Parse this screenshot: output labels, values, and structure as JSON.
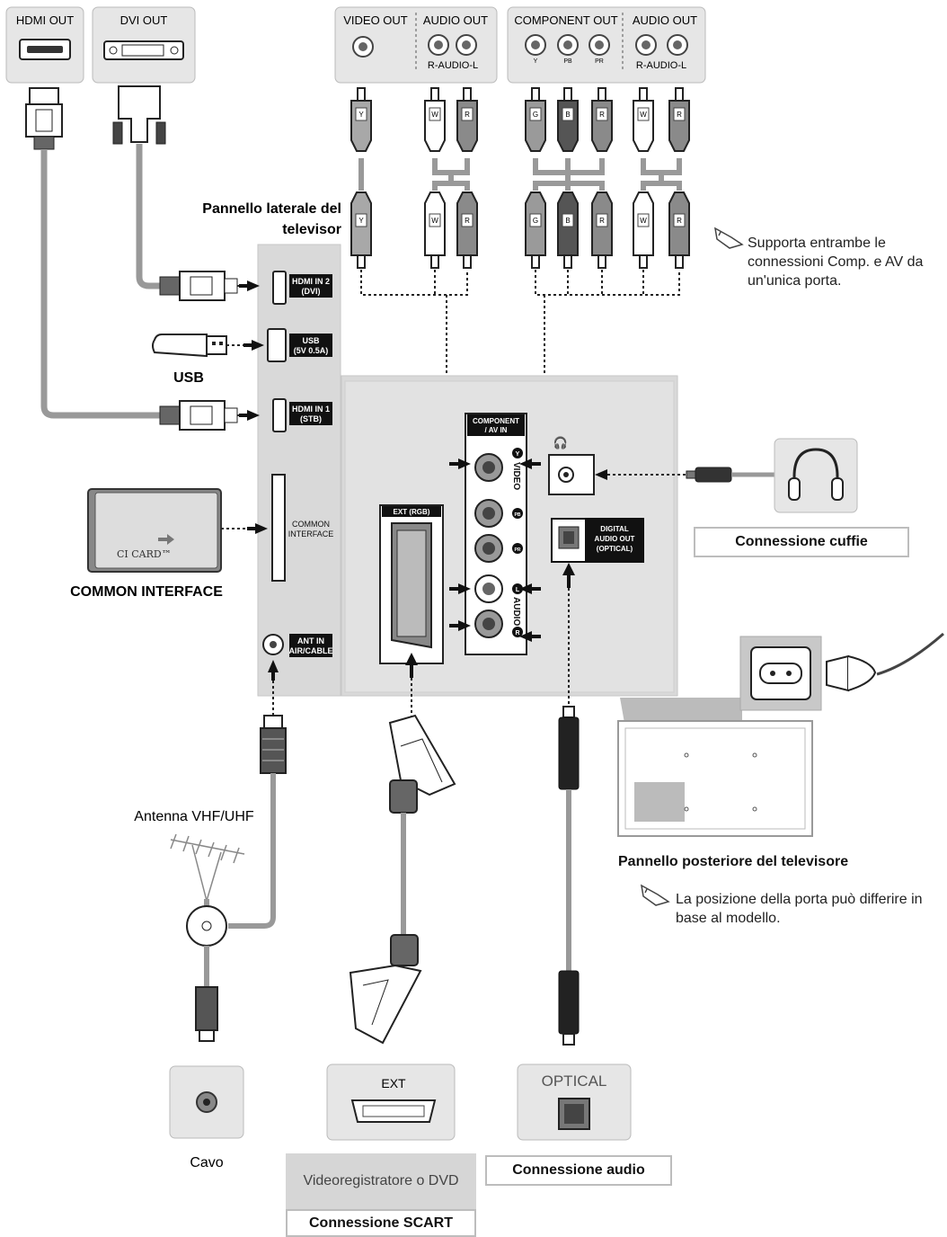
{
  "sources": {
    "hdmi_out": "HDMI OUT",
    "dvi_out": "DVI OUT",
    "video_out": "VIDEO OUT",
    "audio_out_1": "AUDIO OUT",
    "r_audio_l_1": "R-AUDIO-L",
    "component_out": "COMPONENT OUT",
    "audio_out_2": "AUDIO OUT",
    "r_audio_l_2": "R-AUDIO-L",
    "comp_y": "Y",
    "comp_pb": "PB",
    "comp_pr": "PR"
  },
  "plugs": {
    "y": "Y",
    "w": "W",
    "r": "R",
    "g": "G",
    "b": "B"
  },
  "side_panel": {
    "title_line1": "Pannello laterale del",
    "title_line2": "televisor",
    "hdmi_in2_line1": "HDMI IN 2",
    "hdmi_in2_line2": "(DVI)",
    "usb_line1": "USB",
    "usb_line2": "(5V 0.5A)",
    "hdmi_in1_line1": "HDMI IN 1",
    "hdmi_in1_line2": "(STB)",
    "common_line1": "COMMON",
    "common_line2": "INTERFACE",
    "ant_line1": "ANT IN",
    "ant_line2": "AIR/CABLE"
  },
  "labels": {
    "usb": "USB",
    "ci_card": "CI CARD™",
    "common_interface": "COMMON INTERFACE",
    "antenna": "Antenna VHF/UHF",
    "cavo": "Cavo",
    "ext": "EXT",
    "optical": "OPTICAL",
    "vcr_dvd": "Videoregistratore o DVD",
    "scart_connection": "Connessione SCART",
    "audio_connection": "Connessione audio",
    "headphones_connection": "Connessione cuffie",
    "rear_panel": "Pannello posteriore del televisore"
  },
  "rear_panel": {
    "component_line1": "COMPONENT",
    "component_line2": "/ AV IN",
    "video": "VIDEO",
    "audio": "AUDIO",
    "ext_rgb": "EXT (RGB)",
    "digital_line1": "DIGITAL",
    "digital_line2": "AUDIO OUT",
    "digital_line3": "(OPTICAL)",
    "y": "Y",
    "pb": "PB",
    "pr": "PR",
    "l": "L",
    "r": "R"
  },
  "notes": {
    "comp_av": "Supporta entrambe le connessioni Comp. e AV da un'unica porta.",
    "port_position": "La posizione della porta può differire in base al modello."
  }
}
